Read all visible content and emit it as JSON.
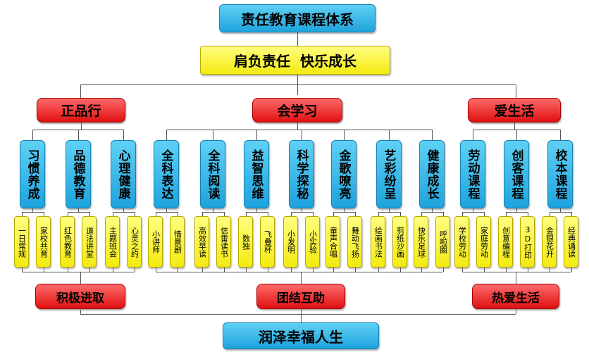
{
  "title": "责任教育课程体系",
  "motto": "肩负责任  快乐成长",
  "bottom": "润泽幸福人生",
  "branches": [
    {
      "label": "正品行",
      "outcome": "积极进取",
      "categories": [
        {
          "name": "习惯养成",
          "items": [
            "一日常规",
            "家校共育"
          ]
        },
        {
          "name": "品德教育",
          "items": [
            "红色教育",
            "道法讲堂"
          ]
        },
        {
          "name": "心理健康",
          "items": [
            "主题班会",
            "心灵之约"
          ]
        }
      ]
    },
    {
      "label": "会学习",
      "outcome": "团结互助",
      "categories": [
        {
          "name": "全科表达",
          "items": [
            "小讲师",
            "情景剧"
          ]
        },
        {
          "name": "全科阅读",
          "items": [
            "高效早读",
            "信雷读书"
          ]
        },
        {
          "name": "益智思维",
          "items": [
            "数独",
            "飞叠杯"
          ]
        },
        {
          "name": "科学探秘",
          "items": [
            "小发明",
            "小实验"
          ]
        },
        {
          "name": "金歌嘹亮",
          "items": [
            "童声合唱",
            "舞动飞扬"
          ]
        },
        {
          "name": "艺彩纷呈",
          "items": [
            "绘画书法",
            "剪纸沙画"
          ]
        },
        {
          "name": "健康成长",
          "items": [
            "快乐足球",
            "呼啦圈"
          ]
        }
      ]
    },
    {
      "label": "爱生活",
      "outcome": "热爱生活",
      "categories": [
        {
          "name": "劳动课程",
          "items": [
            "学校劳动",
            "家庭劳动"
          ]
        },
        {
          "name": "创客课程",
          "items": [
            "创意编程",
            "3D打印"
          ]
        },
        {
          "name": "校本课程",
          "items": [
            "金银花开",
            "经典诵读"
          ]
        }
      ]
    }
  ]
}
